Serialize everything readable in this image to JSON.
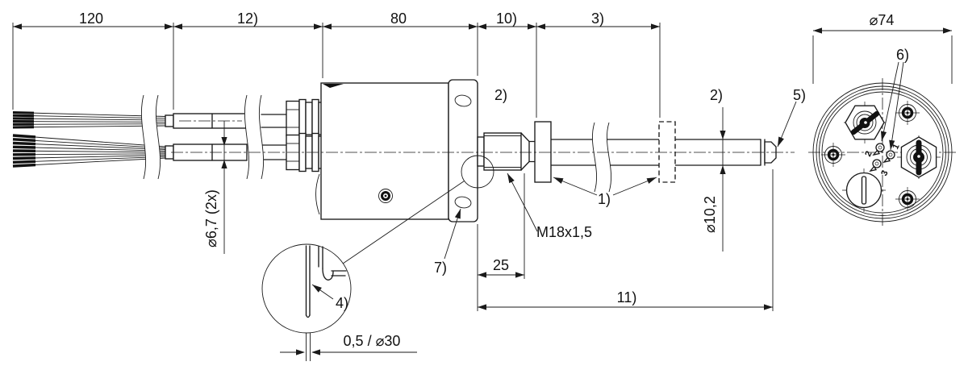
{
  "dimensions": {
    "top": [
      "120",
      "12)",
      "80",
      "10)",
      "3)"
    ],
    "flange_diameter": "⌀74",
    "thread_length": "25",
    "total_length": "11)",
    "thread_spec": "M18x1,5",
    "shaft_diameter": "⌀10,2",
    "cable_diameter": "⌀6,7 (2x)",
    "membrane": "0,5 / ⌀30"
  },
  "footnotes": {
    "shaft_left": "2)",
    "shaft_right": "2)",
    "tip": "5)",
    "adjusters": "6)",
    "discs": "1)",
    "flange_hole": "7)",
    "membrane_edge": "4)"
  },
  "end_view": {
    "adjuster_ports": [
      "1",
      "2",
      "3"
    ]
  }
}
